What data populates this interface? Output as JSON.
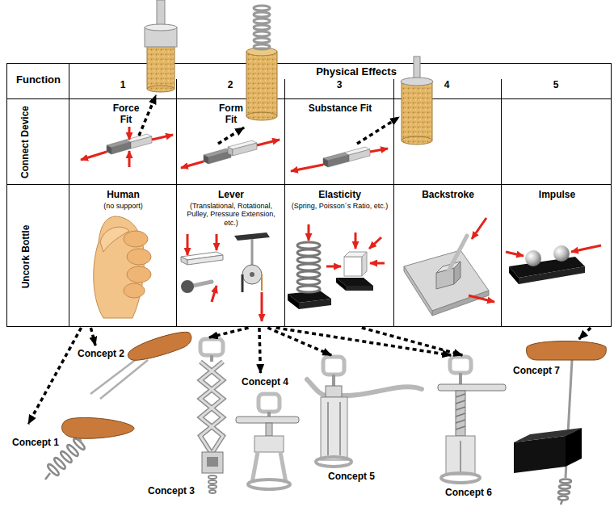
{
  "diagram": {
    "nodes": [
      {
        "text": [
          "Function"
        ]
      },
      {
        "text": [
          "Physical Effects"
        ]
      },
      {
        "text": [
          "Connect Device"
        ]
      },
      {
        "text": [
          "Force Fit"
        ]
      },
      {
        "text": [
          "Form Fit"
        ]
      },
      {
        "text": [
          "Substance Fit"
        ]
      },
      {
        "text": [
          "Uncork Bottle"
        ]
      },
      {
        "text": [
          "Human",
          "(no support)"
        ]
      },
      {
        "text": [
          "Lever",
          "(Translational, Rotational, Pulley, Pressure Extension, etc.)"
        ]
      },
      {
        "text": [
          "Elasticity",
          "(Spring, Poisson´s Ratio, etc.)"
        ]
      },
      {
        "text": [
          "Backstroke"
        ]
      },
      {
        "text": [
          "Impulse"
        ]
      },
      {
        "text": [
          "Concept 1"
        ]
      },
      {
        "text": [
          "Concept 2"
        ]
      },
      {
        "text": [
          "Concept 3"
        ]
      },
      {
        "text": [
          "Concept 4"
        ]
      },
      {
        "text": [
          "Concept 5"
        ]
      },
      {
        "text": [
          "Concept 6"
        ]
      },
      {
        "text": [
          "Concept 7"
        ]
      }
    ],
    "edges": [
      {
        "from": 7,
        "to": 12,
        "arrow": "to"
      },
      {
        "from": 7,
        "to": 13,
        "arrow": "to"
      },
      {
        "from": 8,
        "to": 14,
        "arrow": "to"
      },
      {
        "from": 8,
        "to": 15,
        "arrow": "to"
      },
      {
        "from": 8,
        "to": 16,
        "arrow": "to"
      },
      {
        "from": 8,
        "to": 17,
        "arrow": "to"
      },
      {
        "from": 9,
        "to": 17,
        "arrow": "to"
      },
      {
        "from": 11,
        "to": 18,
        "arrow": "to"
      }
    ],
    "labels": [
      "1",
      "2",
      "3",
      "4",
      "5"
    ]
  }
}
